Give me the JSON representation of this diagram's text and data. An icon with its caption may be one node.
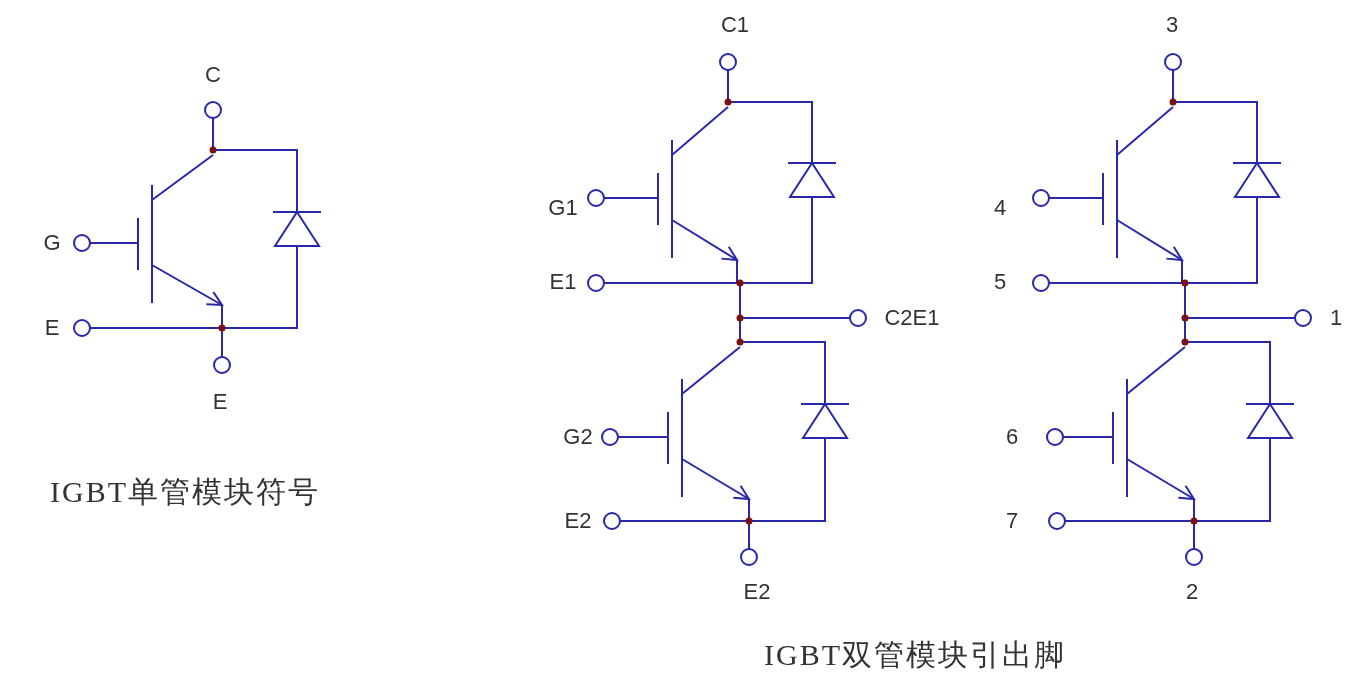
{
  "diagram": {
    "labels": [
      "C",
      "G",
      "E",
      "E",
      "IGBT单管模块符号",
      "C1",
      "G1",
      "E1",
      "C2E1",
      "G2",
      "E2",
      "E2",
      "IGBT双管模块引出脚",
      "3",
      "4",
      "5",
      "1",
      "6",
      "7",
      "2"
    ]
  }
}
